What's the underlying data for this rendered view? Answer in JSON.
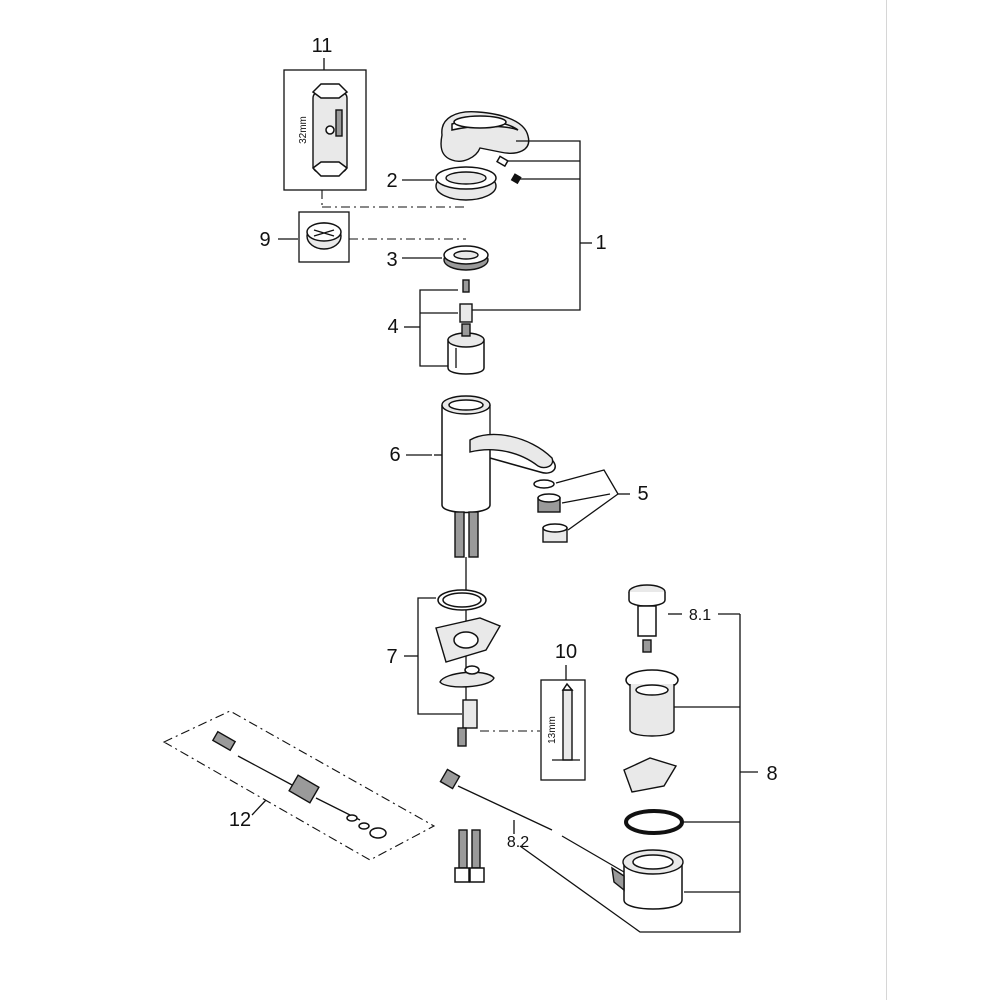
{
  "labels": {
    "p1": "1",
    "p2": "2",
    "p3": "3",
    "p4": "4",
    "p5": "5",
    "p6": "6",
    "p7": "7",
    "p8": "8",
    "p8_1": "8.1",
    "p8_2": "8.2",
    "p9": "9",
    "p10": "10",
    "p11": "11",
    "p12": "12"
  },
  "dimensions": {
    "tool_11": "32mm",
    "tool_10": "13mm"
  }
}
